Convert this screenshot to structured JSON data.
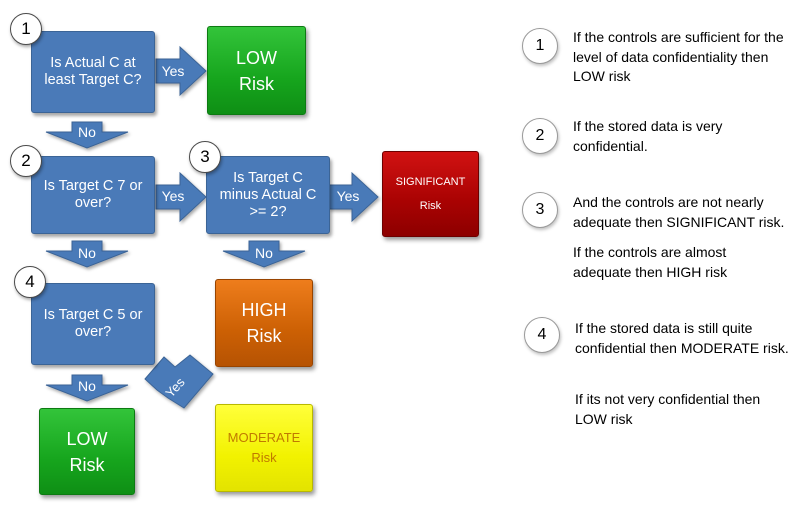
{
  "flowchart": {
    "steps": [
      {
        "number": "1",
        "question": "Is Actual C at least Target C?"
      },
      {
        "number": "2",
        "question": "Is Target C 7 or over?"
      },
      {
        "number": "3",
        "question": "Is Target C minus Actual C >= 2?"
      },
      {
        "number": "4",
        "question": "Is Target C 5 or over?"
      }
    ],
    "results": {
      "low_top": "LOW Risk",
      "significant": "SIGNIFICANT Risk",
      "high": "HIGH Risk",
      "moderate": "MODERATE Risk",
      "low_bottom": "LOW Risk"
    },
    "arrows": {
      "yes": "Yes",
      "no": "No"
    }
  },
  "legend": [
    {
      "number": "1",
      "texts": [
        "If the controls are sufficient for the level of data confidentiality then  LOW risk"
      ]
    },
    {
      "number": "2",
      "texts": [
        "If the stored data is very confidential."
      ]
    },
    {
      "number": "3",
      "texts": [
        "And the controls are not nearly adequate then SIGNIFICANT risk.",
        "If the controls are almost adequate then HIGH risk"
      ]
    },
    {
      "number": "4",
      "texts": [
        "If the stored data is still quite confidential then MODERATE risk.",
        "If its not very confidential then LOW risk"
      ]
    }
  ],
  "colors": {
    "question_box": "#4a7ab8",
    "low": "#16a51d",
    "significant": "#a80202",
    "high": "#cc6004",
    "moderate": "#f2f200"
  }
}
